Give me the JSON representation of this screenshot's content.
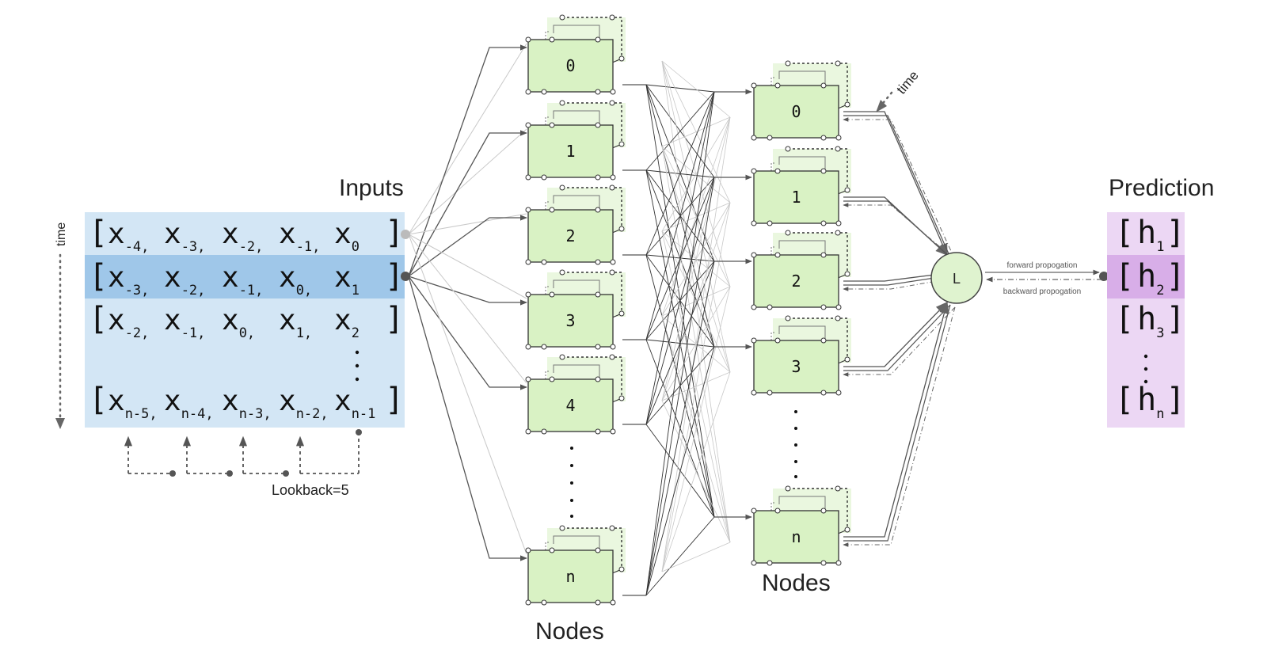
{
  "labels": {
    "inputs": "Inputs",
    "nodes_layer1": "Nodes",
    "nodes_layer2": "Nodes",
    "prediction": "Prediction",
    "time_left": "time",
    "time_right": "time",
    "lookback": "Lookback=5",
    "loss": "L",
    "forward": "forward propogation",
    "backward": "backward propogation"
  },
  "input_rows": [
    [
      "-4",
      "-3",
      "-2",
      "-1",
      "0"
    ],
    [
      "-3",
      "-2",
      "-1",
      "0",
      "1"
    ],
    [
      "-2",
      "-1",
      "0",
      "1",
      "2"
    ],
    [
      "n-5",
      "n-4",
      "n-3",
      "n-2",
      "n-1"
    ]
  ],
  "highlighted_input_row": 1,
  "input_var": "x",
  "prediction_items": [
    "1",
    "2",
    "3",
    "n"
  ],
  "prediction_var": "h",
  "highlighted_prediction_row": 1,
  "layer1_nodes": [
    "0",
    "1",
    "2",
    "3",
    "4",
    "n"
  ],
  "layer2_nodes": [
    "0",
    "1",
    "2",
    "3",
    "n"
  ],
  "colors": {
    "input_bg": "#d3e6f5",
    "input_highlight": "#9fc7e9",
    "prediction_bg": "#ecd7f4",
    "prediction_highlight": "#d8aee8",
    "node_fill": "#d9f2c4",
    "node_shadow": "#eaf7df",
    "line": "#555555",
    "faint_line": "#c8c8c8"
  }
}
